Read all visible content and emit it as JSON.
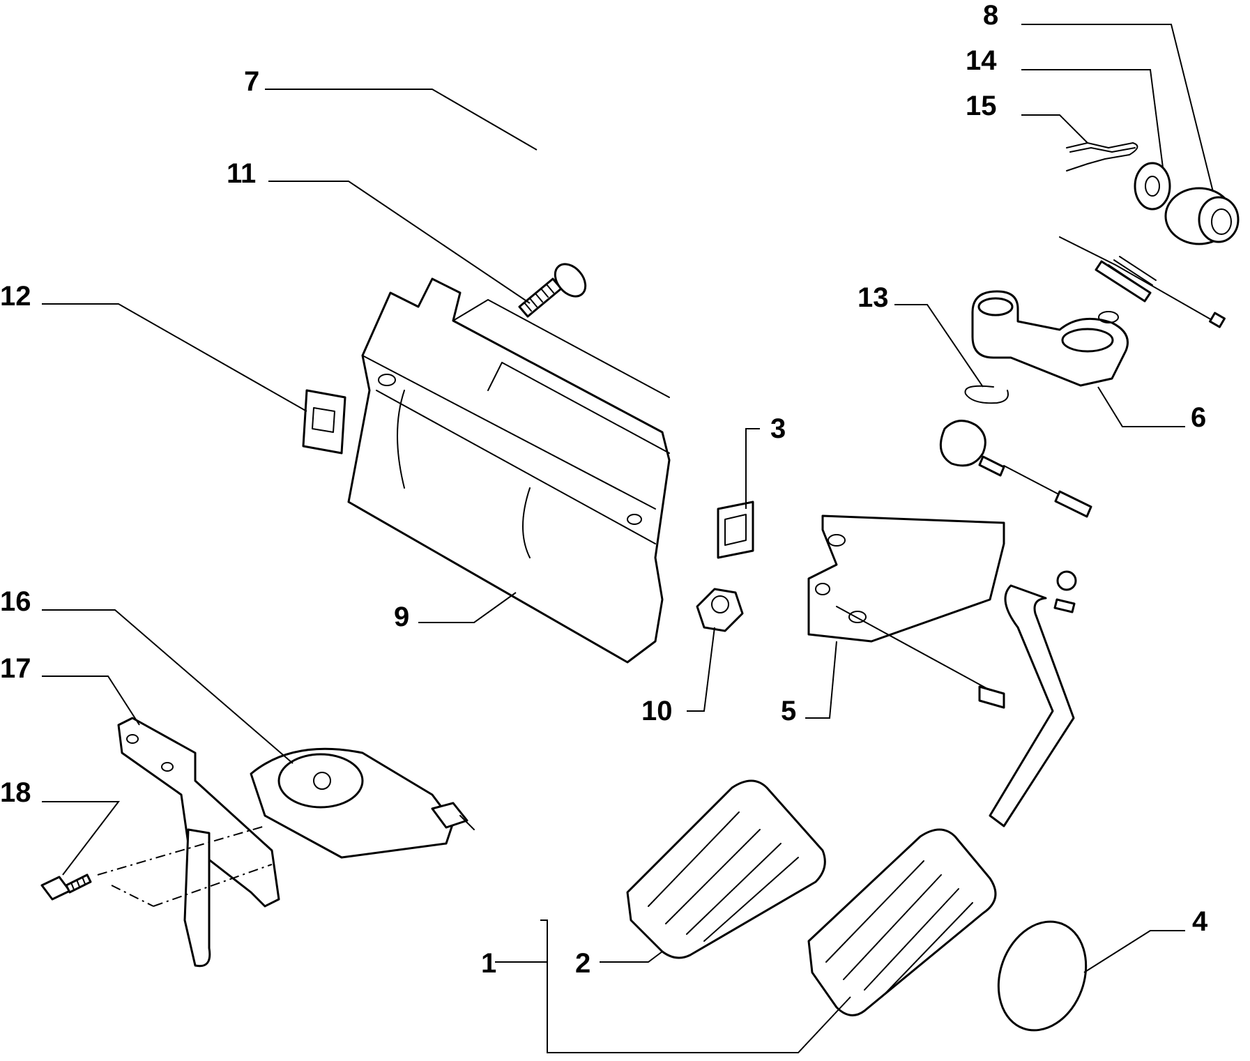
{
  "callouts": {
    "c1": "1",
    "c2": "2",
    "c3": "3",
    "c4": "4",
    "c5": "5",
    "c6": "6",
    "c7": "7",
    "c8": "8",
    "c9": "9",
    "c10": "10",
    "c11": "11",
    "c12": "12",
    "c13": "13",
    "c14": "14",
    "c15": "15",
    "c16": "16",
    "c17": "17",
    "c18": "18"
  },
  "colors": {
    "ink": "#000000",
    "paper": "#ffffff"
  }
}
